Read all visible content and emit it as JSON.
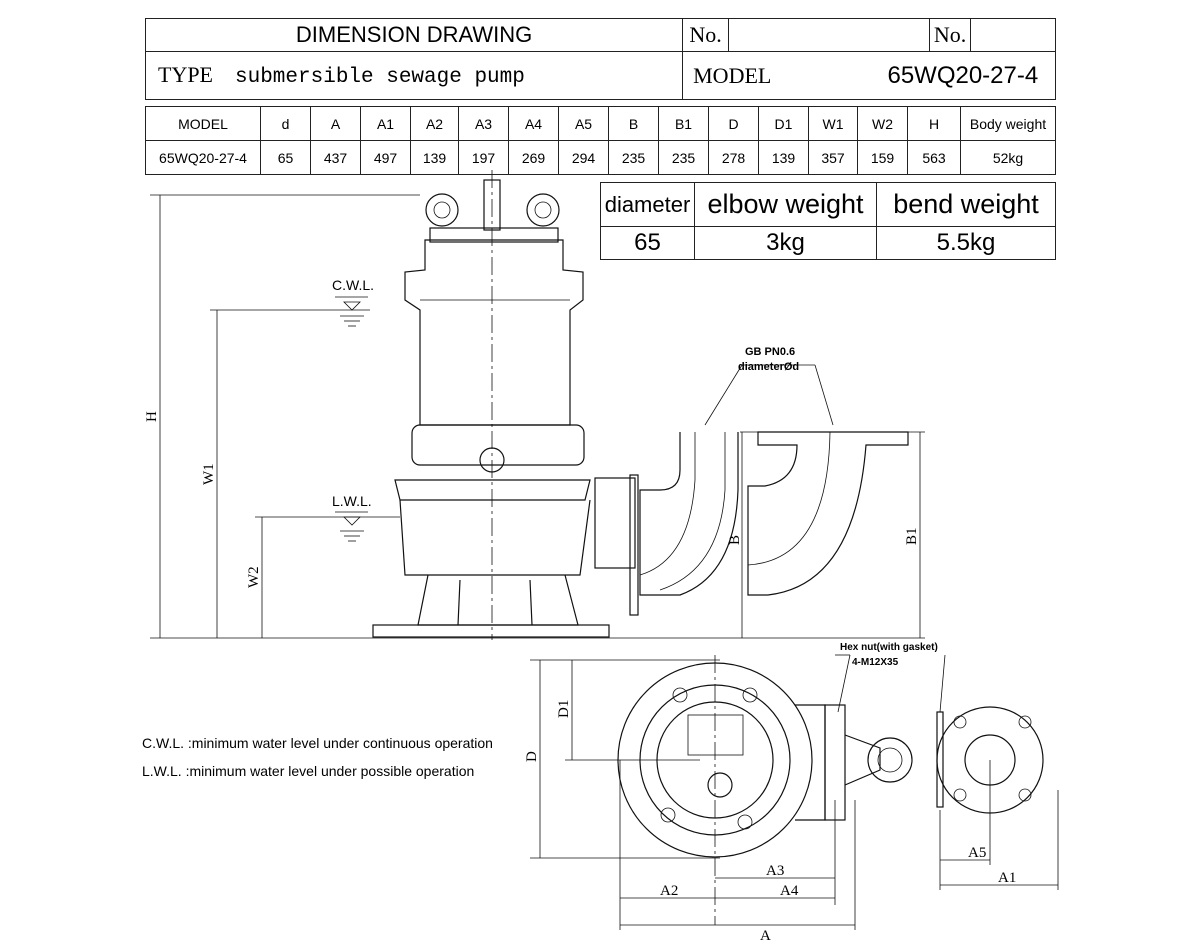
{
  "header": {
    "title": "DIMENSION DRAWING",
    "no_label_1": "No.",
    "no_value_1": "",
    "no_label_2": "No.",
    "no_value_2": "",
    "type_label": "TYPE",
    "type_value": "submersible sewage pump",
    "model_label": "MODEL",
    "model_value": "65WQ20-27-4"
  },
  "dimensions_table": {
    "headers": [
      "MODEL",
      "d",
      "A",
      "A1",
      "A2",
      "A3",
      "A4",
      "A5",
      "B",
      "B1",
      "D",
      "D1",
      "W1",
      "W2",
      "H",
      "Body weight"
    ],
    "row": [
      "65WQ20-27-4",
      "65",
      "437",
      "497",
      "139",
      "197",
      "269",
      "294",
      "235",
      "235",
      "278",
      "139",
      "357",
      "159",
      "563",
      "52kg"
    ]
  },
  "weight_table": {
    "headers": [
      "diameter",
      "elbow weight",
      "bend weight"
    ],
    "row": [
      "65",
      "3kg",
      "5.5kg"
    ]
  },
  "drawing": {
    "cwl": "C.W.L.",
    "lwl": "L.W.L.",
    "flange_note_1": "GB PN0.6",
    "flange_note_2": "diameterØd",
    "hex_note_1": "Hex nut(with gasket)",
    "hex_note_2": "4-M12X35",
    "dim_labels": {
      "H": "H",
      "W1": "W1",
      "W2": "W2",
      "B": "B",
      "B1": "B1",
      "D": "D",
      "D1": "D1",
      "A": "A",
      "A1": "A1",
      "A2": "A2",
      "A3": "A3",
      "A4": "A4",
      "A5": "A5"
    },
    "legend_cwl": "C.W.L. :minimum water level under continuous operation",
    "legend_lwl": "L.W.L. :minimum water level under possible operation"
  }
}
